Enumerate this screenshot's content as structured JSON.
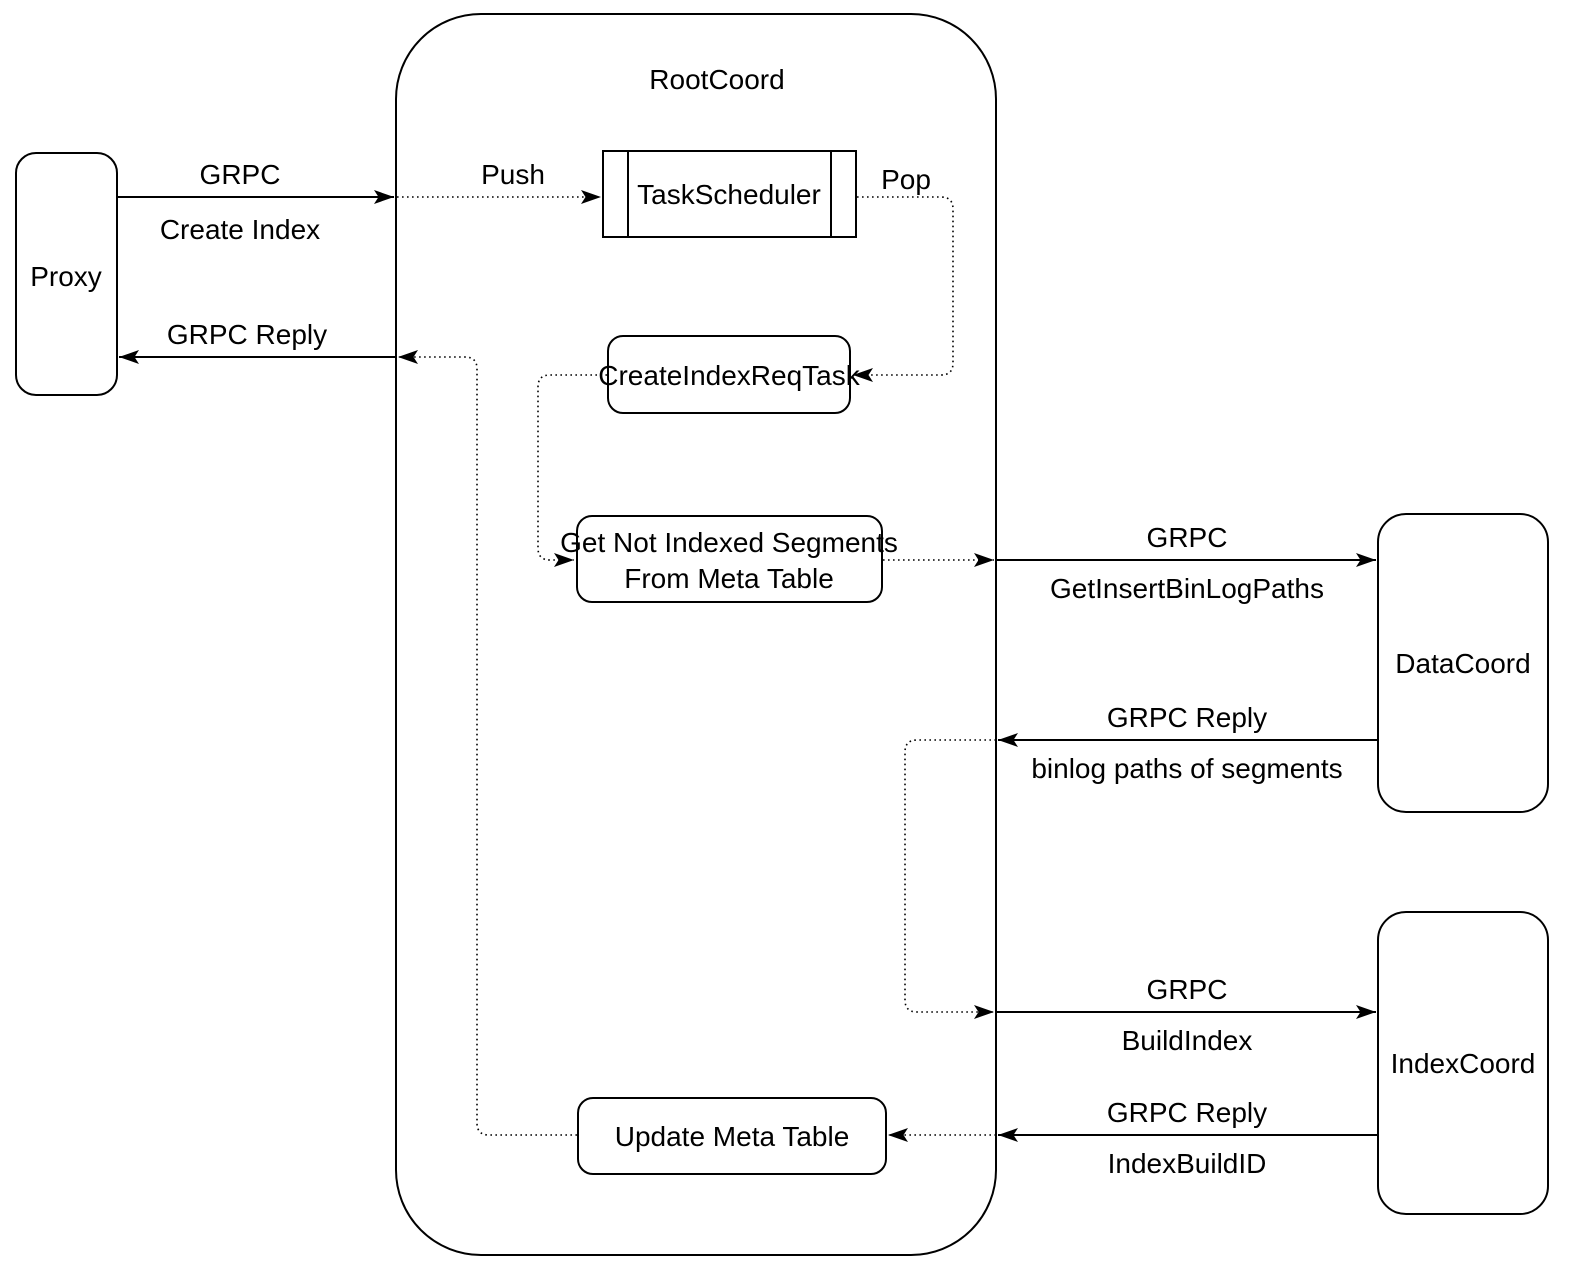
{
  "diagram": {
    "colors": {
      "stroke": "#000000",
      "node_fill": "#ffffff",
      "background": "#ffffff"
    },
    "nodes": {
      "proxy": {
        "label": "Proxy"
      },
      "rootcoord": {
        "label": "RootCoord"
      },
      "task_scheduler": {
        "label": "TaskScheduler"
      },
      "create_index_req_task": {
        "label": "CreateIndexReqTask"
      },
      "get_not_indexed": {
        "line1": "Get Not Indexed Segments",
        "line2": "From Meta Table"
      },
      "update_meta_table": {
        "label": "Update Meta Table"
      },
      "datacoord": {
        "label": "DataCoord"
      },
      "indexcoord": {
        "label": "IndexCoord"
      }
    },
    "edges": {
      "grpc_create_index": {
        "line1": "GRPC",
        "line2": "Create Index"
      },
      "push": {
        "label": "Push"
      },
      "pop": {
        "label": "Pop"
      },
      "grpc_reply_proxy": {
        "label": "GRPC Reply"
      },
      "grpc_get_insert_binlog": {
        "line1": "GRPC",
        "line2": "GetInsertBinLogPaths"
      },
      "grpc_reply_binlog": {
        "line1": "GRPC Reply",
        "line2": "binlog paths of segments"
      },
      "grpc_build_index": {
        "line1": "GRPC",
        "line2": "BuildIndex"
      },
      "grpc_reply_index_build_id": {
        "line1": "GRPC Reply",
        "line2": "IndexBuildID"
      }
    }
  }
}
